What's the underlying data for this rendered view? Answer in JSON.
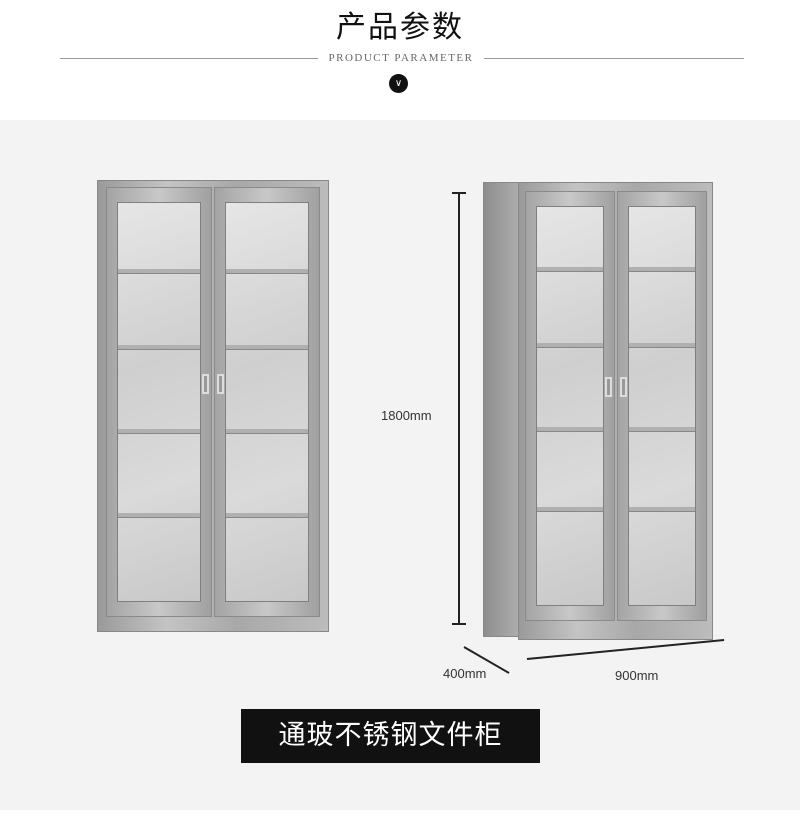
{
  "header": {
    "title": "产品参数",
    "subtitle": "PRODUCT PARAMETER",
    "chevron_icon": "chevron-down-icon"
  },
  "dimensions": {
    "height": "1800mm",
    "depth": "400mm",
    "width": "900mm"
  },
  "banner": {
    "text": "通玻不锈钢文件柜"
  }
}
